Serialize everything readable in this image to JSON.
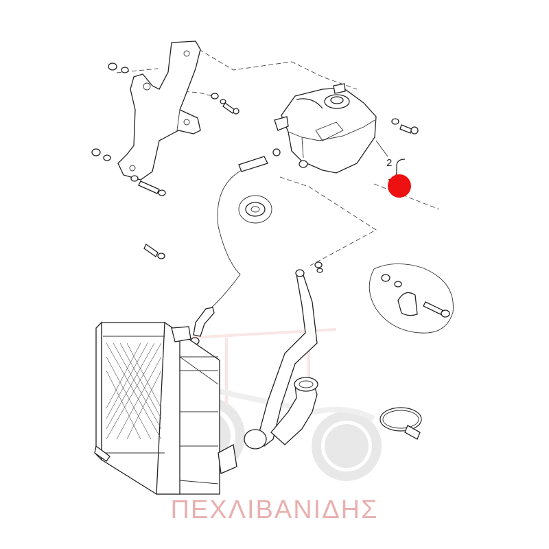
{
  "diagram": {
    "callout_label": "2",
    "callout_marker_color": "#ee1111",
    "watermark": {
      "text": "ΠΕΧΛΙΒΑΝΙΔΗΣ",
      "color": "#d67070",
      "logo": "tractor-wheels-logo"
    }
  }
}
